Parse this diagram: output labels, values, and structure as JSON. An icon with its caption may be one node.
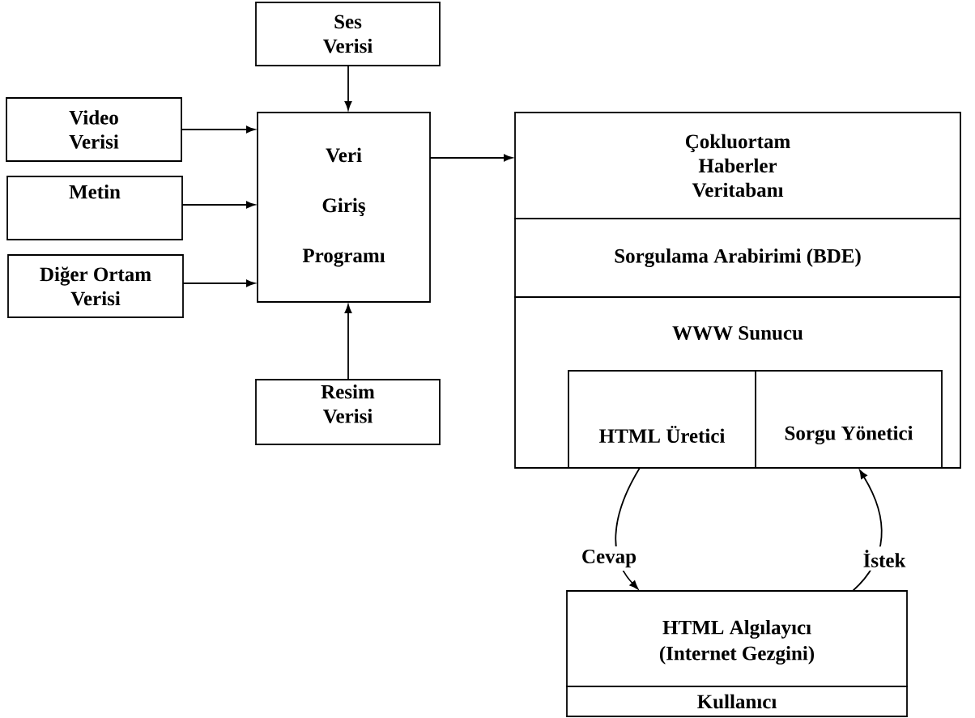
{
  "diagram": {
    "nodes": [
      {
        "text": [
          "Ses Verisi"
        ]
      },
      {
        "text": [
          "Video Verisi"
        ]
      },
      {
        "text": [
          "Metin"
        ]
      },
      {
        "text": [
          "Diğer Ortam Verisi"
        ]
      },
      {
        "text": [
          "Veri Giriş Programı"
        ]
      },
      {
        "text": [
          "Resim Verisi"
        ]
      },
      {
        "text": [
          "Çokluortam Haberler Veritabanı"
        ]
      },
      {
        "text": [
          "Sorgulama Arabirimi (BDE)"
        ]
      },
      {
        "text": [
          "WWW Sunucu"
        ]
      },
      {
        "text": [
          "HTML Üretici"
        ],
        "in": 8
      },
      {
        "text": [
          "Sorgu Yönetici"
        ],
        "in": 8
      },
      {
        "text": [
          "HTML Algılayıcı (Internet Gezgini)"
        ]
      },
      {
        "text": [
          "Kullanıcı"
        ]
      }
    ],
    "edges": [
      {
        "from": 0,
        "to": 4,
        "arrow": "to"
      },
      {
        "from": 1,
        "to": 4,
        "arrow": "to"
      },
      {
        "from": 2,
        "to": 4,
        "arrow": "to"
      },
      {
        "from": 3,
        "to": 4,
        "arrow": "to"
      },
      {
        "from": 5,
        "to": 4,
        "arrow": "to"
      },
      {
        "from": 4,
        "to": 6,
        "arrow": "to"
      },
      {
        "from": 9,
        "to": 11,
        "arrow": "to",
        "label": "Cevap"
      },
      {
        "from": 11,
        "to": 10,
        "arrow": "to",
        "label": "İstek"
      }
    ]
  }
}
